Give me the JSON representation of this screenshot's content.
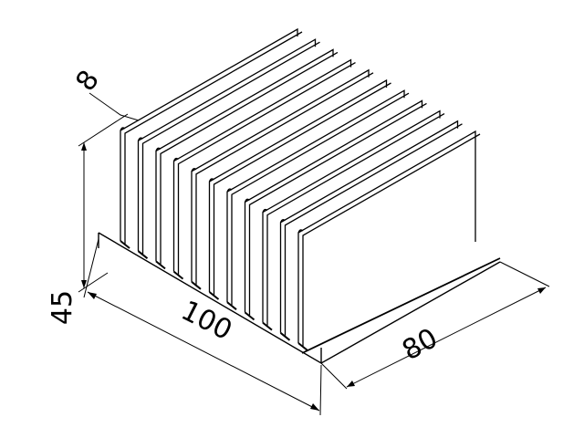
{
  "drawing": {
    "fin_count": 11,
    "line_color": "#000000",
    "background": "#ffffff"
  },
  "dimensions": {
    "thickness": "8",
    "height": "45",
    "width": "100",
    "depth": "80"
  }
}
